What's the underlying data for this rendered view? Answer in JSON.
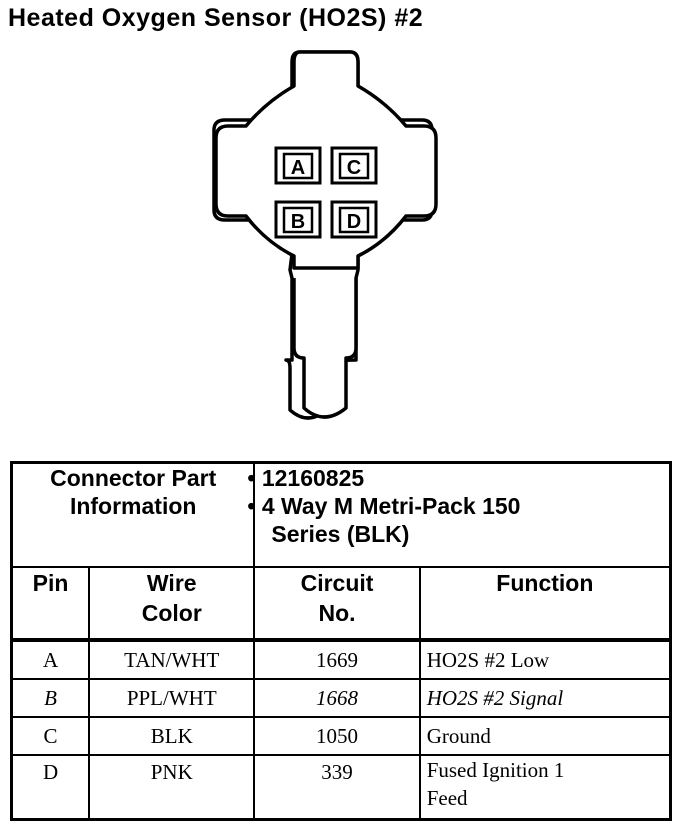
{
  "title": "Heated Oxygen Sensor (HO2S) #2",
  "connector": {
    "pins": [
      "A",
      "B",
      "C",
      "D"
    ]
  },
  "table": {
    "part_header": [
      "Connector Part",
      "Information"
    ],
    "part_info": [
      "• 12160825",
      "• 4 Way M Metri-Pack 150",
      "Series (BLK)"
    ],
    "headers": {
      "pin": "Pin",
      "wire_color": [
        "Wire",
        "Color"
      ],
      "circuit": [
        "Circuit",
        "No."
      ],
      "function": "Function"
    },
    "rows": [
      {
        "pin": "A",
        "wire_color": "TAN/WHT",
        "circuit": "1669",
        "function": [
          "HO2S #2 Low"
        ]
      },
      {
        "pin": "B",
        "wire_color": "PPL/WHT",
        "circuit": "1668",
        "function": [
          "HO2S #2 Signal"
        ]
      },
      {
        "pin": "C",
        "wire_color": "BLK",
        "circuit": "1050",
        "function": [
          "Ground"
        ]
      },
      {
        "pin": "D",
        "wire_color": "PNK",
        "circuit": "339",
        "function": [
          "Fused Ignition 1",
          "Feed"
        ]
      }
    ]
  }
}
